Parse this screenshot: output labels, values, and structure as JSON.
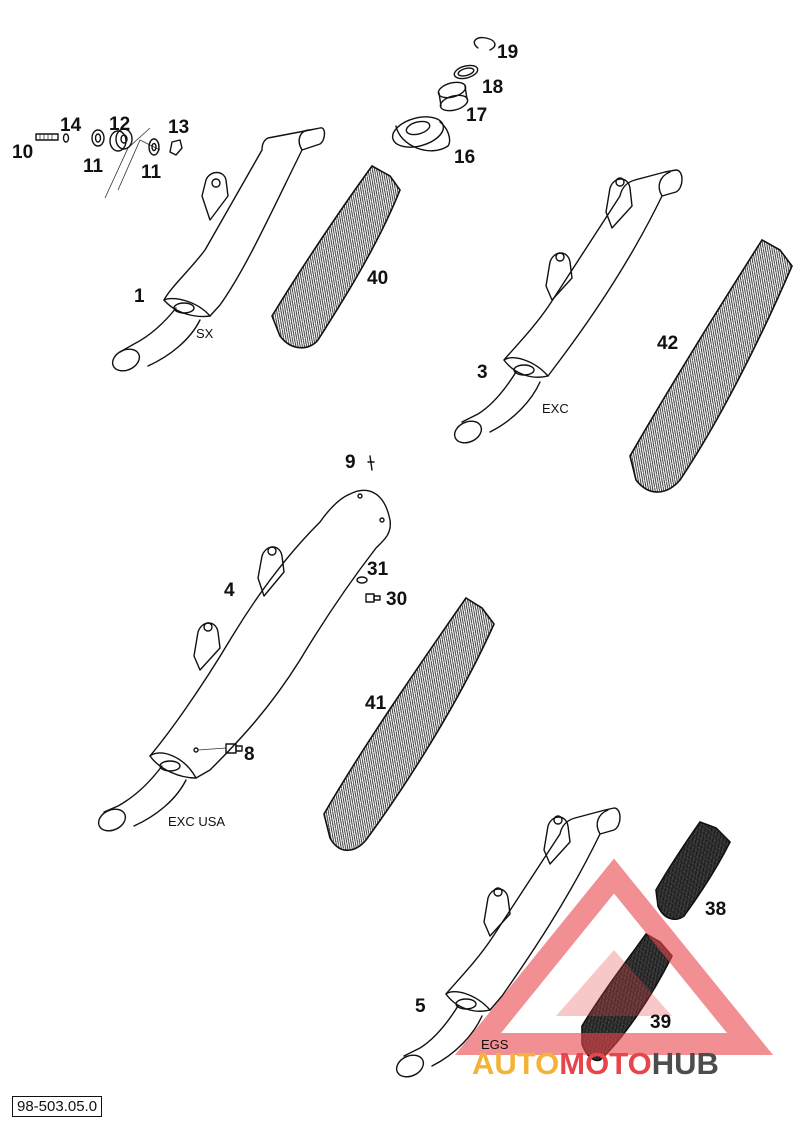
{
  "diagram": {
    "part_numbers": [
      {
        "id": "p1",
        "text": "1"
      },
      {
        "id": "p3",
        "text": "3"
      },
      {
        "id": "p4",
        "text": "4"
      },
      {
        "id": "p5",
        "text": "5"
      },
      {
        "id": "p8",
        "text": "8"
      },
      {
        "id": "p9",
        "text": "9"
      },
      {
        "id": "p10",
        "text": "10"
      },
      {
        "id": "p11a",
        "text": "11"
      },
      {
        "id": "p11b",
        "text": "11"
      },
      {
        "id": "p12",
        "text": "12"
      },
      {
        "id": "p13",
        "text": "13"
      },
      {
        "id": "p14",
        "text": "14"
      },
      {
        "id": "p16",
        "text": "16"
      },
      {
        "id": "p17",
        "text": "17"
      },
      {
        "id": "p18",
        "text": "18"
      },
      {
        "id": "p19",
        "text": "19"
      },
      {
        "id": "p30",
        "text": "30"
      },
      {
        "id": "p31",
        "text": "31"
      },
      {
        "id": "p38",
        "text": "38"
      },
      {
        "id": "p39",
        "text": "39"
      },
      {
        "id": "p40",
        "text": "40"
      },
      {
        "id": "p41",
        "text": "41"
      },
      {
        "id": "p42",
        "text": "42"
      }
    ],
    "variant_labels": {
      "sx": "SX",
      "exc": "EXC",
      "exc_usa": "EXC USA",
      "egs": "EGS"
    },
    "document_ref": "98-503.05.0"
  },
  "watermark": {
    "brand_part1": "AUTO",
    "brand_part2": "MOTO",
    "brand_part3": "HUB",
    "colors": {
      "triangle": "#e8454a",
      "auto": "#f3b33a",
      "moto": "#e8454a",
      "hub": "#4d4d4d"
    }
  }
}
